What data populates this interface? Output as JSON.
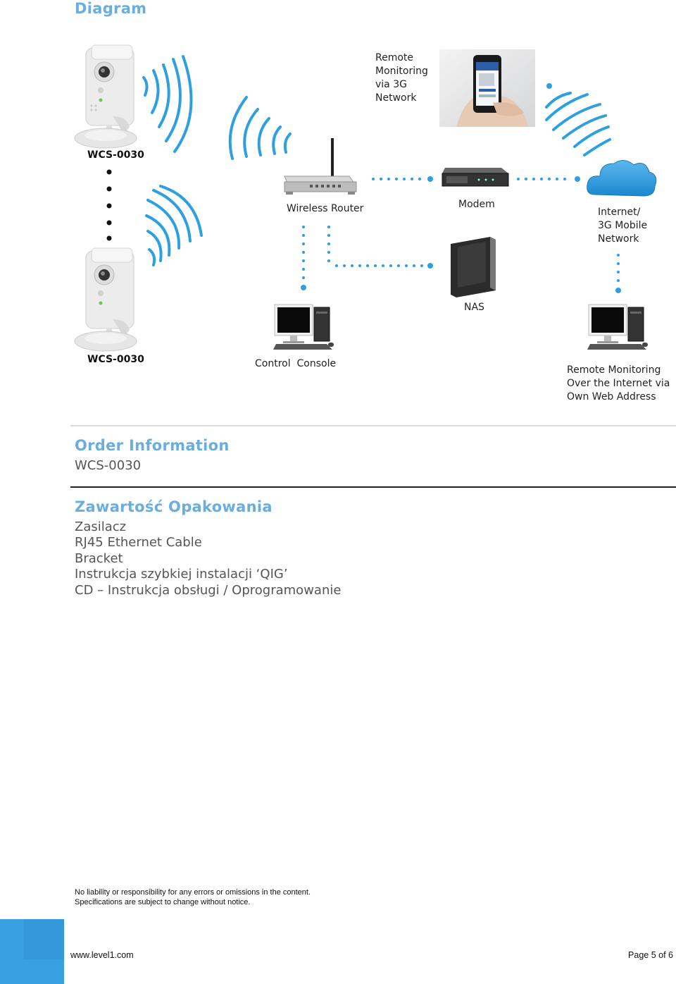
{
  "section_diagram": {
    "title": "Diagram"
  },
  "diagram": {
    "camera_top_label": "WCS-0030",
    "camera_bottom_label": "WCS-0030",
    "remote_3g_label": "Remote\nMonitoring\nvia 3G\nNetwork",
    "wireless_router_label": "Wireless Router",
    "modem_label": "Modem",
    "internet_label": "Internet/\n3G Mobile\nNetwork",
    "nas_label": "NAS",
    "control_console_label": "Control  Console",
    "remote_web_label": "Remote Monitoring\nOver the Internet via\nOwn Web Address",
    "colors": {
      "signal": "#2fa0df",
      "cloud": "#3aa1e0"
    }
  },
  "order_info": {
    "title": "Order Information",
    "model": "WCS-0030"
  },
  "package": {
    "title": "Zawartość Opakowania",
    "items": [
      "Zasilacz",
      "RJ45 Ethernet Cable",
      "Bracket",
      "Instrukcja szybkiej instalacji ‘QIG’",
      "CD – Instrukcja obsługi / Oprogramowanie"
    ]
  },
  "footer": {
    "disclaimer_line1": "No liability or responsibility for any errors or omissions in the content.",
    "disclaimer_line2": "Specifications are subject to change without notice.",
    "website": "www.level1.com",
    "page": "Page 5 of 6",
    "accent_color": "#3aa1e0"
  }
}
